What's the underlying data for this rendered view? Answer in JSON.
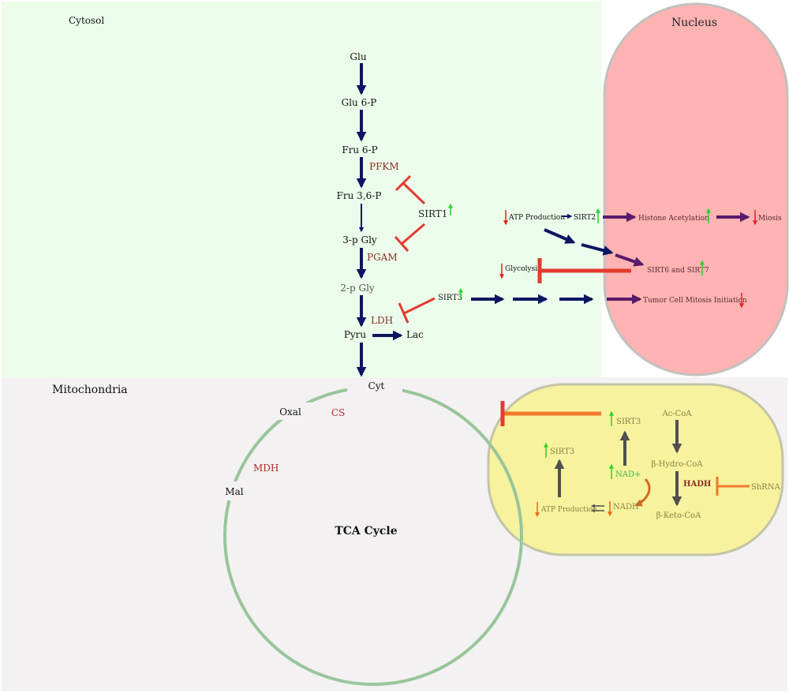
{
  "regions": {
    "cytosol": "Cytosol",
    "nucleus": "Nucleus",
    "mitochondria": "Mitochondria"
  },
  "glycolysis": {
    "glu": "Glu",
    "glu6p": "Glu 6-P",
    "fru6p": "Fru 6-P",
    "fru36p": "Fru 3,6-P",
    "pgly3": "3-p Gly",
    "pgly2": "2-p Gly",
    "pyru": "Pyru",
    "lac": "Lac"
  },
  "enzymes": {
    "pfkm": "PFKM",
    "pgam": "PGAM",
    "ldh": "LDH",
    "cs": "CS",
    "mdh": "MDH",
    "hadh": "HADH"
  },
  "sirtuins": {
    "sirt1": "SIRT1",
    "sirt2": "SIRT2",
    "sirt3_cyto": "SIRT3",
    "sirt3_mito_top": "SIRT3",
    "sirt3_mito_left": "SIRT3",
    "sirt6_7": "SIRT6 and SIRT7"
  },
  "nucleus_flow": {
    "atp_production": "ATP Production",
    "histone_acetylation": "Histone Acetylation",
    "miosis": "Miosis",
    "glycolysis": "Glycolysis",
    "tumor_mitosis": "Tumor Cell Mitosis Initiation"
  },
  "tca": {
    "title": "TCA Cycle",
    "cyt": "Cyt",
    "oxal": "Oxal",
    "mal": "Mal"
  },
  "beta_oxidation": {
    "ac_coa": "Ac-CoA",
    "hydro_coa": "β-Hydro-CoA",
    "keto_coa": "β-Keto-CoA",
    "shrna": "ShRNA",
    "nad_plus": "NAD+",
    "nadh": "NADH",
    "atp_production": "ATP Production"
  },
  "colors": {
    "cytosol_bg": "#ebfceb",
    "nucleus_fill": "#ffb3b3",
    "mito_bg": "#f3f1f2",
    "mito_inner_fill": "#f6f295",
    "tca_circle": "#99c59b",
    "pathway_arrow": "#0b1560",
    "inhibit_red": "#e33b2e",
    "enzyme_text": "#8b2d1f",
    "purple_arrow": "#5a1a6a",
    "gray_arrow": "#505050",
    "orange_inhibit": "#f07a2a",
    "up_green": "#2bd12b",
    "down_red": "#e32020"
  }
}
